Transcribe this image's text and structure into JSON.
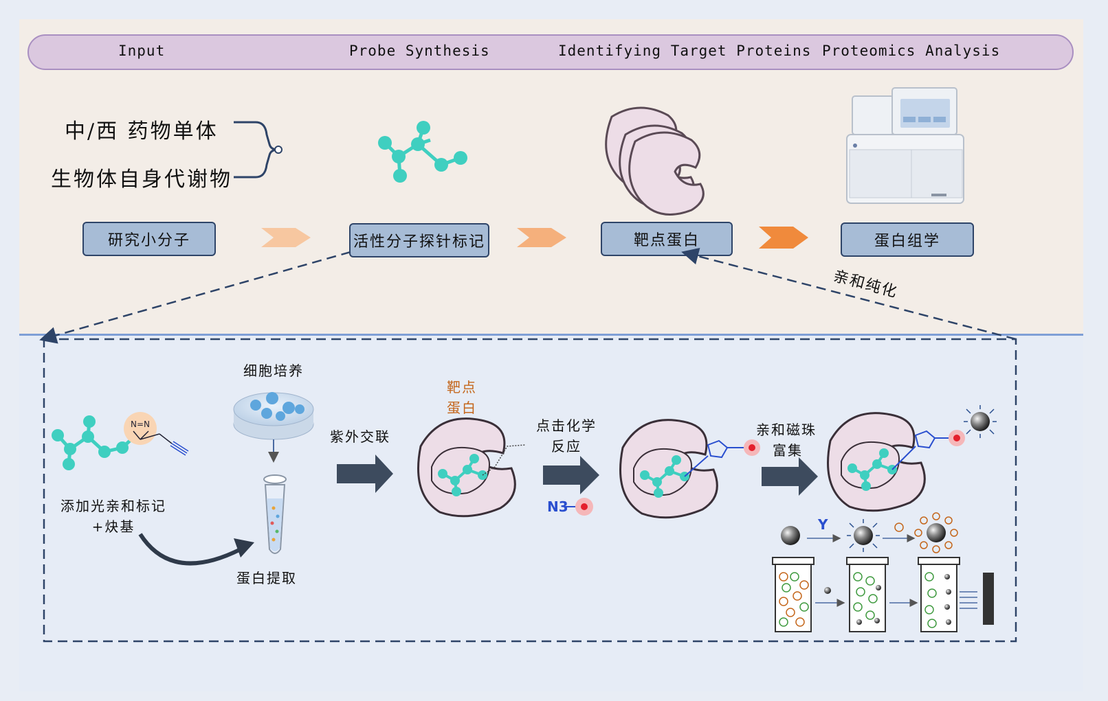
{
  "header": {
    "steps": [
      "Input",
      "Probe Synthesis",
      "Identifying Target Proteins",
      "Proteomics Analysis"
    ]
  },
  "inputs": {
    "line1": "中/西 药物单体",
    "line2": "生物体自身代谢物"
  },
  "boxes": [
    "研究小分子",
    "活性分子探针标记",
    "靶点蛋白",
    "蛋白组学"
  ],
  "affinity_label": "亲和纯化",
  "workflow": {
    "cell_culture": "细胞培养",
    "probe_label": "添加光亲和标记\n+炔基",
    "protein_extract": "蛋白提取",
    "uv_crosslink": "紫外交联",
    "target_protein_line1": "靶点",
    "target_protein_line2": "蛋白",
    "click_line1": "点击化学",
    "click_line2": "反应",
    "azide": "N3",
    "enrich_line1": "亲和磁珠",
    "enrich_line2": "富集",
    "antibody_symbol": "Y"
  },
  "colors": {
    "teal": "#3fcfc0",
    "pink": "#eddde7",
    "arrow_dark": "#3d4b5e",
    "orange_light": "#f7c7a0",
    "orange_mid": "#f5b07c",
    "orange_dark": "#f08a3c",
    "header_purple": "#dbc8df",
    "box_blue": "#a7bcd6",
    "red_dot": "#e4202c"
  }
}
